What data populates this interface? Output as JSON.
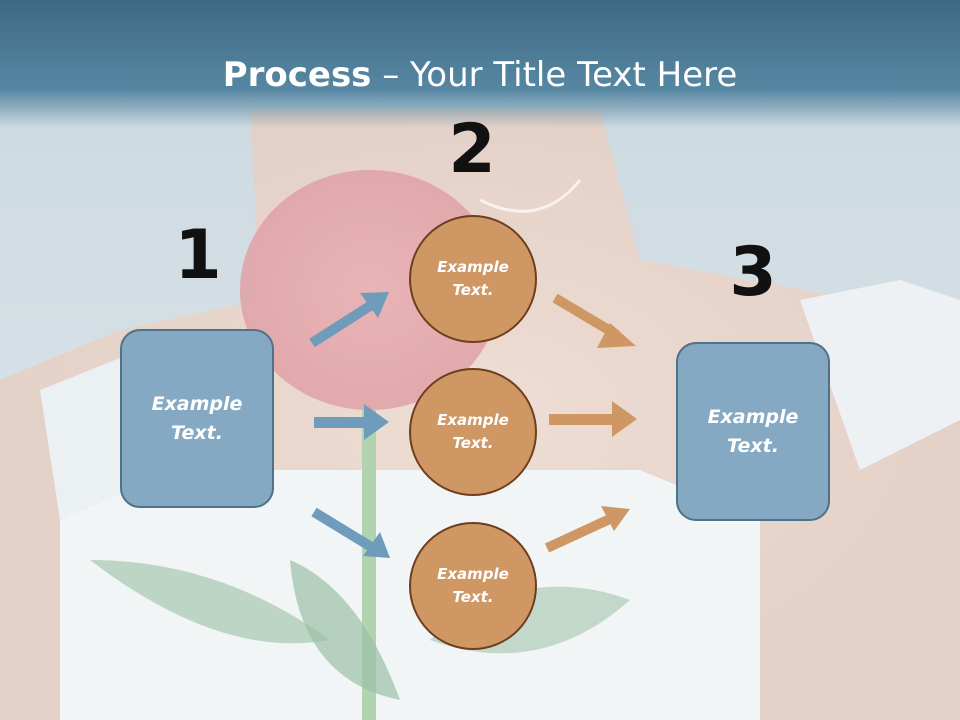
{
  "slide": {
    "title_bold": "Process",
    "title_rest": " – Your Title Text Here"
  },
  "steps": {
    "num1": "1",
    "num2": "2",
    "num3": "3"
  },
  "nodes": {
    "left_box": "Example Text.",
    "circle_top": "Example Text.",
    "circle_mid": "Example Text.",
    "circle_bottom": "Example Text.",
    "right_box": "Example Text."
  },
  "colors": {
    "title_band": "#4a7892",
    "box_fill": "#86a9c3",
    "circle_fill": "#cf9764",
    "blue_arrow": "#6f9cbb",
    "orange_arrow": "#cf9764"
  }
}
